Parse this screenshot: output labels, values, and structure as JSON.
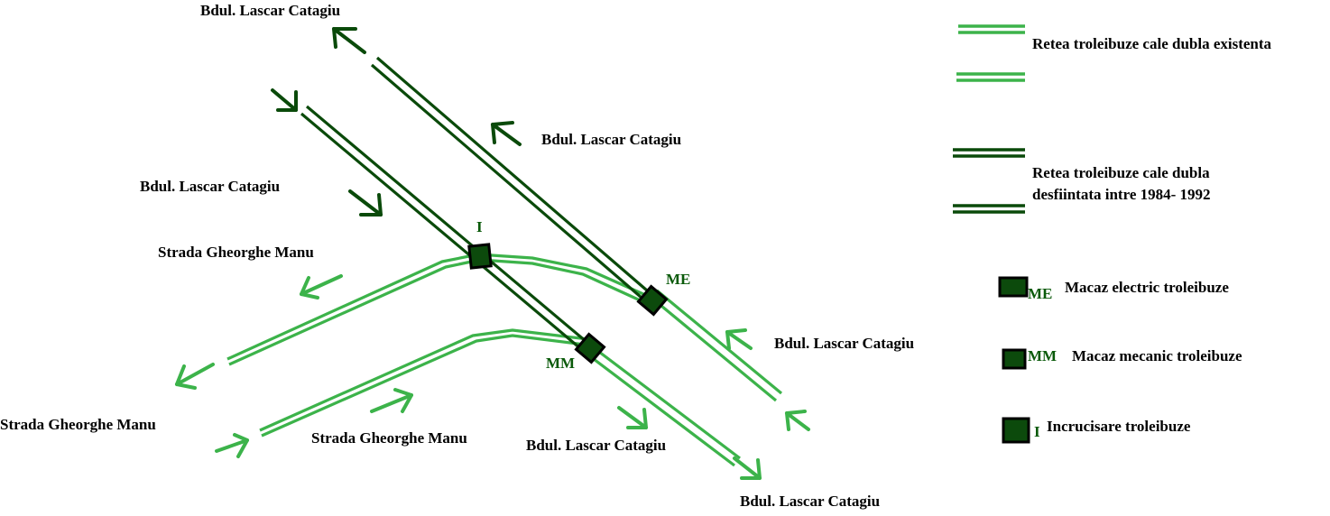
{
  "colors": {
    "existing": "#3cb34a",
    "removed": "#0a4a0a",
    "switch_fill": "#0c4a0c",
    "code_text": "#0a5a0a",
    "text": "#000000"
  },
  "street_labels": [
    "Bdul. Lascar Catagiu",
    "Bdul. Lascar Catagiu",
    "Bdul. Lascar Catagiu",
    "Strada Gheorghe Manu",
    "Bdul. Lascar Catagiu",
    "Strada Gheorghe Manu",
    "Strada Gheorghe Manu",
    "Bdul. Lascar Catagiu",
    "Bdul. Lascar Catagiu"
  ],
  "junction_codes": {
    "crossing": "I",
    "electric": "ME",
    "mechanical": "MM"
  },
  "legend": {
    "existing_label": "Retea troleibuze cale dubla existenta",
    "removed_label_line1": "Retea troleibuze cale dubla",
    "removed_label_line2": "desfiintata intre 1984- 1992",
    "electric_code": "ME",
    "electric_label": "Macaz electric troleibuze",
    "mechanical_code": "MM",
    "mechanical_label": "Macaz mecanic troleibuze",
    "crossing_code": "I",
    "crossing_label": "Incrucisare troleibuze"
  }
}
